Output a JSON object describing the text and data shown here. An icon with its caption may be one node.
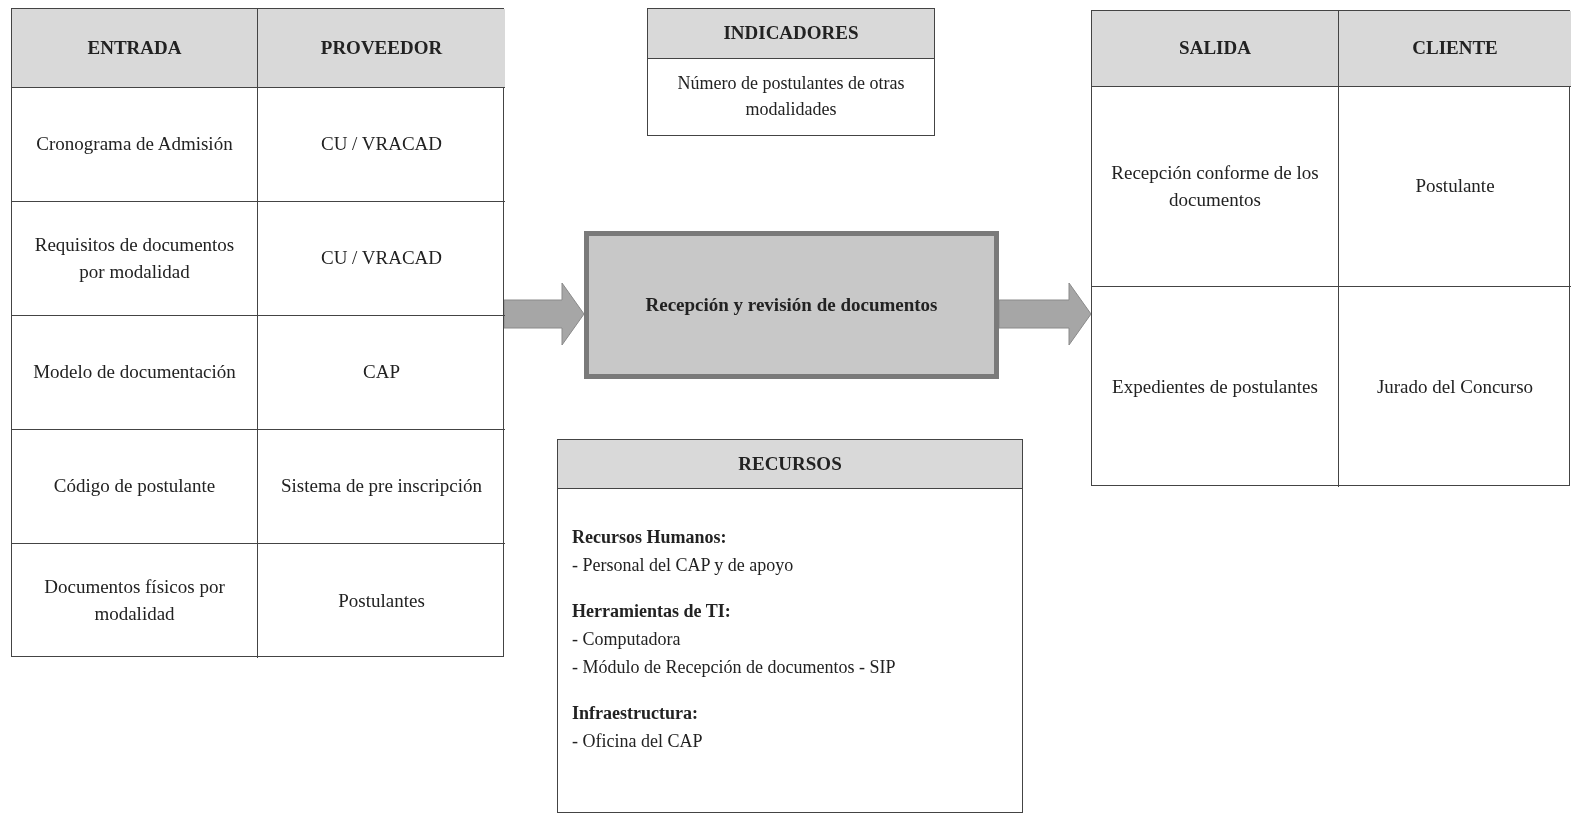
{
  "diagram": {
    "nodes": [
      {
        "text": [
          "ENTRADA",
          "PROVEEDOR",
          "Cronograma de Admisión",
          "CU / VRACAD",
          "Requisitos de documentos por modalidad",
          "CU / VRACAD",
          "Modelo de documentación",
          "CAP",
          "Código de postulante",
          "Sistema de pre inscripción",
          "Documentos físicos por modalidad",
          "Postulantes"
        ]
      },
      {
        "text": [
          "INDICADORES",
          "Número de postulantes de otras modalidades"
        ]
      },
      {
        "text": [
          "Recepción y revisión de documentos"
        ]
      },
      {
        "text": [
          "RECURSOS",
          "Recursos Humanos:",
          "- Personal del CAP y de apoyo",
          "Herramientas de TI:",
          "- Computadora",
          "- Módulo de Recepción de documentos - SIP",
          "Infraestructura:",
          "- Oficina del CAP"
        ]
      },
      {
        "text": [
          "SALIDA",
          "CLIENTE",
          "Recepción conforme de los documentos",
          "Postulante",
          "Expedientes de postulantes",
          "Jurado del Concurso"
        ]
      }
    ],
    "edges": [
      {
        "from": 0,
        "to": 2,
        "arrow": "to"
      },
      {
        "from": 2,
        "to": 4,
        "arrow": "to"
      }
    ]
  }
}
